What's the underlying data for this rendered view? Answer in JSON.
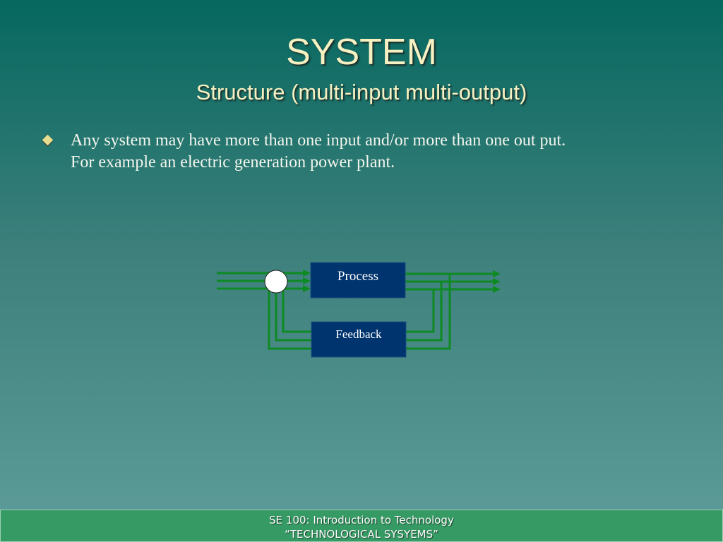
{
  "slide": {
    "title": "SYSTEM",
    "subtitle": "Structure (multi-input multi-output)",
    "bullets": [
      {
        "line1": "Any system may have more than one input and/or more than one out put.",
        "line2": "For example an electric generation power plant."
      }
    ]
  },
  "diagram": {
    "process_label": "Process",
    "feedback_label": "Feedback",
    "colors": {
      "box": "#00346e",
      "wire": "#0d8a22",
      "junction": "#ffffff"
    }
  },
  "footer": {
    "line1": "SE 100: Introduction to Technology",
    "line2": "“TECHNOLOGICAL SYSYEMS”"
  },
  "colors": {
    "title": "#f6f1c2",
    "footer_bg": "#359a63"
  }
}
